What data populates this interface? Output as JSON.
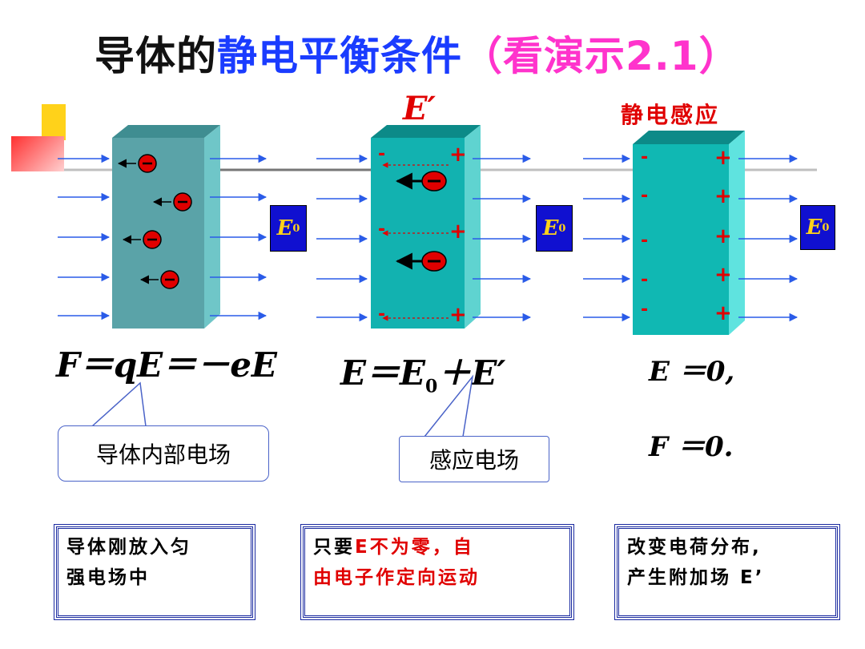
{
  "title": {
    "part1": "导体的",
    "part2": "静电平衡条件",
    "part3": "（",
    "part4": "看演示2.1",
    "part5": "）"
  },
  "panels": [
    {
      "field_label": "E",
      "field_sub": "0"
    },
    {
      "top_label": "E′",
      "field_label": "E",
      "field_sub": "0"
    },
    {
      "top_label": "静电感应",
      "field_label": "E",
      "field_sub": "0"
    }
  ],
  "formulas": {
    "f1": "F＝qE＝－eE",
    "f2_a": "E＝E",
    "f2_sub": "0",
    "f2_b": "＋E′",
    "f3": "E ＝0,",
    "f4": "F ＝0."
  },
  "callouts": {
    "c1": "导体内部电场",
    "c2": "感应电场"
  },
  "notes": {
    "n1_line1": "导体刚放入匀",
    "n1_line2": "强电场中",
    "n2_a": "只要",
    "n2_b": "E不为零，自",
    "n2_line2": "由电子作定向运动",
    "n3_line1": "改变电荷分布,",
    "n3_line2": "产生附加场 E’"
  },
  "charges": {
    "minus": "-",
    "plus": "+"
  },
  "colors": {
    "field_arrow": "#2a5be8",
    "slab_front1": "#5aa3a8",
    "slab_front2": "#12b2b0",
    "slab_front3": "#10b8b3",
    "red": "#e00000",
    "e0_box": "#1010d0",
    "e0_text": "#ffd21a"
  }
}
